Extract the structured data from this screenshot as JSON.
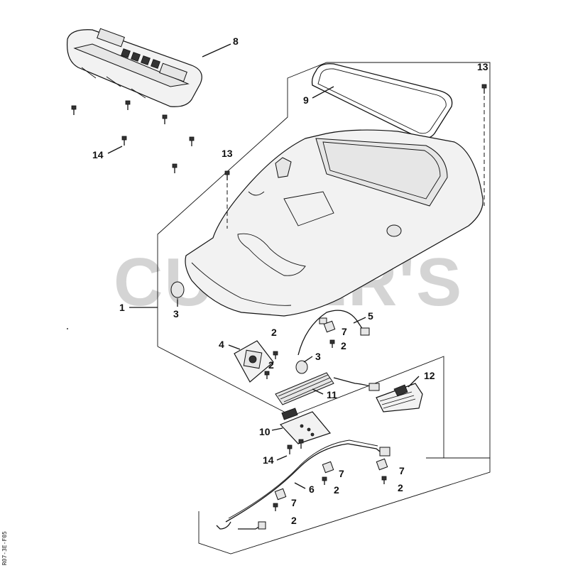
{
  "watermark": "CUTLER'S",
  "side_code": "R07-3E-F05",
  "callouts": [
    {
      "id": "8",
      "text": "8"
    },
    {
      "id": "13a",
      "text": "13"
    },
    {
      "id": "9",
      "text": "9"
    },
    {
      "id": "14a",
      "text": "14"
    },
    {
      "id": "13b",
      "text": "13"
    },
    {
      "id": "1",
      "text": "1"
    },
    {
      "id": "3a",
      "text": "3"
    },
    {
      "id": "5",
      "text": "5"
    },
    {
      "id": "2a",
      "text": "2"
    },
    {
      "id": "7a",
      "text": "7"
    },
    {
      "id": "2b",
      "text": "2"
    },
    {
      "id": "4",
      "text": "4"
    },
    {
      "id": "2c",
      "text": "2"
    },
    {
      "id": "3b",
      "text": "3"
    },
    {
      "id": "12",
      "text": "12"
    },
    {
      "id": "11",
      "text": "11"
    },
    {
      "id": "10",
      "text": "10"
    },
    {
      "id": "14b",
      "text": "14"
    },
    {
      "id": "7b",
      "text": "7"
    },
    {
      "id": "7c",
      "text": "7"
    },
    {
      "id": "6",
      "text": "6"
    },
    {
      "id": "2d",
      "text": "2"
    },
    {
      "id": "2e",
      "text": "2"
    },
    {
      "id": "7d",
      "text": "7"
    },
    {
      "id": "2f",
      "text": "2"
    }
  ]
}
